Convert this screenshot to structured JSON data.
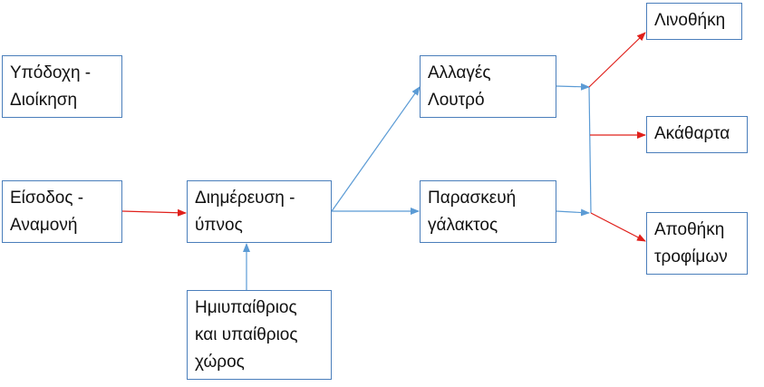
{
  "nodes": {
    "reception": "Υπόδοχη -\nΔιοίκηση",
    "entrance": "Είσοδος -\nΑναμονή",
    "daycare": "Διημέρευση -\nύπνος",
    "outdoor": "Ημιυπαίθριος\nκαι υπαίθριος\nχώρος",
    "changes": "Αλλαγές\nΛουτρό",
    "milk": "Παρασκευή\nγάλακτος",
    "linen": "Λινοθήκη",
    "dirty": "Ακάθαρτα",
    "storage": "Αποθήκη\nτροφίμων"
  },
  "colors": {
    "box_border": "#4a7ebb",
    "blue_connector": "#5b9bd5",
    "red_connector": "#e0201b"
  }
}
